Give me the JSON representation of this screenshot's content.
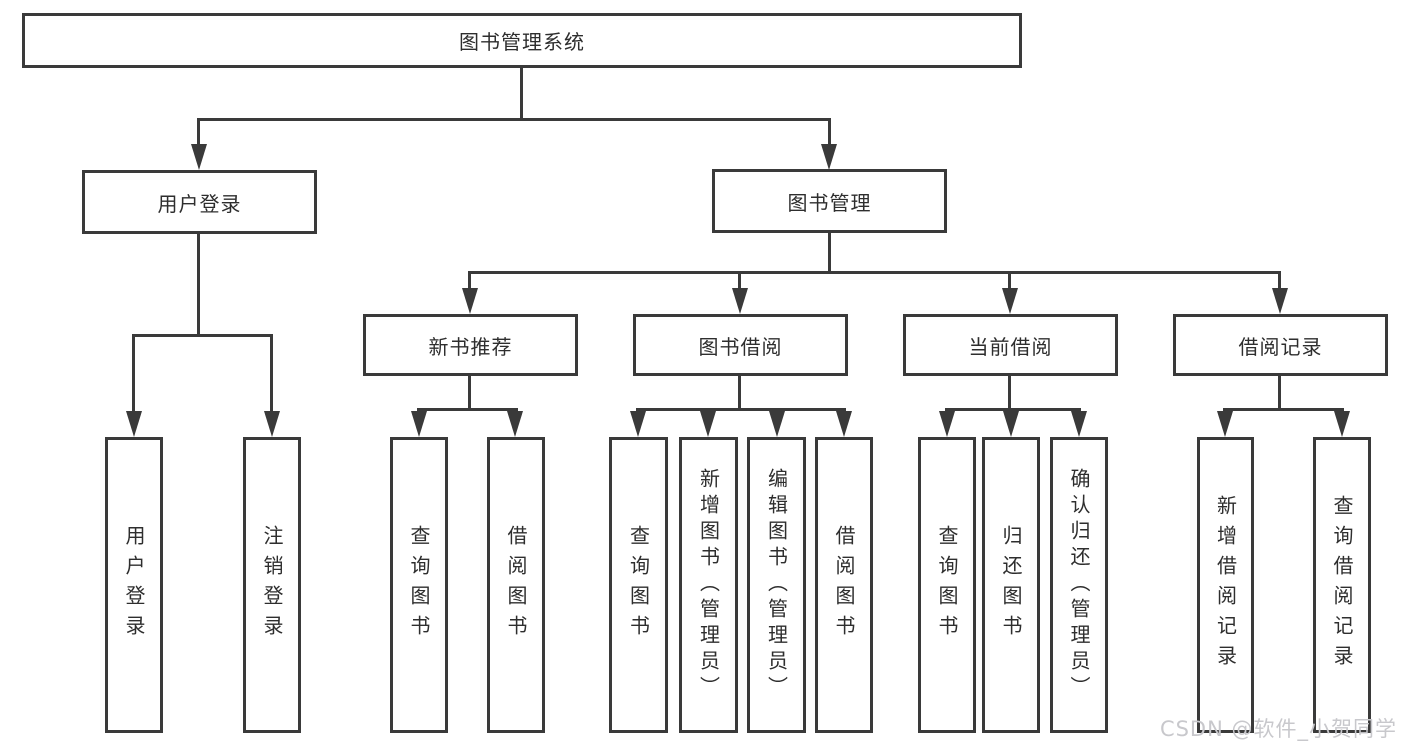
{
  "diagram_type": "hierarchy-tree",
  "colors": {
    "line": "#3a3a3a",
    "text": "#2e2e2e",
    "watermark": "#c8c8cc",
    "background": "#ffffff"
  },
  "watermark": {
    "text": "CSDN @软件_小贺同学"
  },
  "tree": {
    "label": "图书管理系统",
    "children": [
      {
        "label": "用户登录",
        "children": [
          {
            "label": "用户登录"
          },
          {
            "label": "注销登录"
          }
        ]
      },
      {
        "label": "图书管理",
        "children": [
          {
            "label": "新书推荐",
            "children": [
              {
                "label": "查询图书"
              },
              {
                "label": "借阅图书"
              }
            ]
          },
          {
            "label": "图书借阅",
            "children": [
              {
                "label": "查询图书"
              },
              {
                "label": "新增图书（管理员）"
              },
              {
                "label": "编辑图书（管理员）"
              },
              {
                "label": "借阅图书"
              }
            ]
          },
          {
            "label": "当前借阅",
            "children": [
              {
                "label": "查询图书"
              },
              {
                "label": "归还图书"
              },
              {
                "label": "确认归还（管理员）"
              }
            ]
          },
          {
            "label": "借阅记录",
            "children": [
              {
                "label": "新增借阅记录"
              },
              {
                "label": "查询借阅记录"
              }
            ]
          }
        ]
      }
    ]
  }
}
